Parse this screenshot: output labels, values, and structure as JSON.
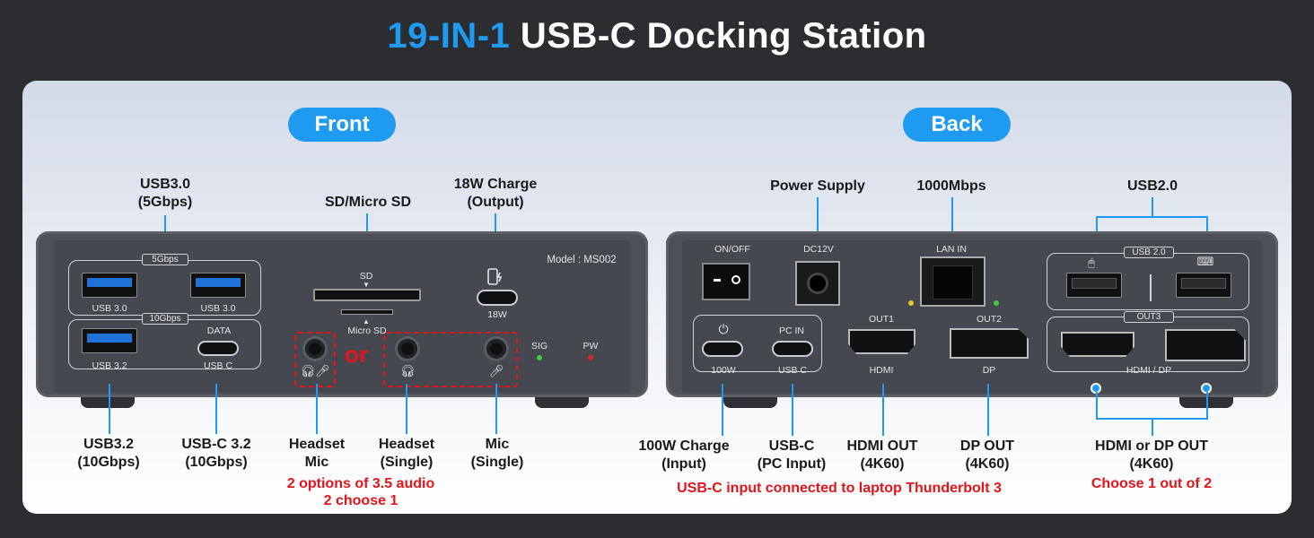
{
  "title": {
    "highlight": "19-IN-1",
    "rest": "USB-C Docking Station"
  },
  "front": {
    "heading": "Front",
    "model": "Model : MS002",
    "labels_top": {
      "usb30": [
        "USB3.0",
        "(5Gbps)"
      ],
      "sd": "SD/Micro SD",
      "charge18": [
        "18W Charge",
        "(Output)"
      ]
    },
    "device": {
      "tag_5g": "5Gbps",
      "tag_10g": "10Gbps",
      "usb30_a": "USB 3.0",
      "usb30_b": "USB 3.0",
      "usb32": "USB 3.2",
      "data": "DATA",
      "usbc": "USB C",
      "sd": "SD",
      "microsd": "Micro SD",
      "w18": "18W",
      "or": "or",
      "sig": "SIG",
      "pw": "PW"
    },
    "labels_bottom": {
      "usb32": [
        "USB3.2",
        "(10Gbps)"
      ],
      "usbc32": [
        "USB-C 3.2",
        "(10Gbps)"
      ],
      "headset_mic": [
        "Headset",
        "Mic"
      ],
      "headset_single": [
        "Headset",
        "(Single)"
      ],
      "mic_single": [
        "Mic",
        "(Single)"
      ],
      "audio_note": [
        "2 options of 3.5 audio",
        "2 choose 1"
      ]
    }
  },
  "back": {
    "heading": "Back",
    "labels_top": {
      "power": "Power Supply",
      "lan": "1000Mbps",
      "usb20": "USB2.0"
    },
    "device": {
      "onoff": "ON/OFF",
      "dc": "DC12V",
      "lanin": "LAN IN",
      "w100": "100W",
      "pcin": "PC IN",
      "usbc": "USB C",
      "out1": "OUT1",
      "hdmi": "HDMI",
      "out2": "OUT2",
      "dp": "DP",
      "tag_usb20": "USB 2.0",
      "out3": "OUT3",
      "hdmidp": "HDMI / DP"
    },
    "labels_bottom": {
      "charge100": [
        "100W Charge",
        "(Input)"
      ],
      "usbc_pc": [
        "USB-C",
        "(PC Input)"
      ],
      "hdmi_out": [
        "HDMI OUT",
        "(4K60)"
      ],
      "dp_out": [
        "DP OUT",
        "(4K60)"
      ],
      "hdmi_or_dp": [
        "HDMI or DP OUT",
        "(4K60)"
      ],
      "thunderbolt_note": "USB-C input connected to laptop Thunderbolt 3",
      "choose_note": "Choose 1 out of 2"
    }
  },
  "colors": {
    "accent": "#1e9bf0",
    "warning": "#e5141a",
    "background": "#2c2d31"
  }
}
